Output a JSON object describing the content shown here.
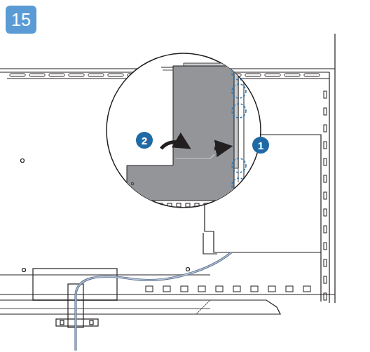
{
  "diagram": {
    "labels": [
      "15",
      "2",
      "1"
    ]
  }
}
